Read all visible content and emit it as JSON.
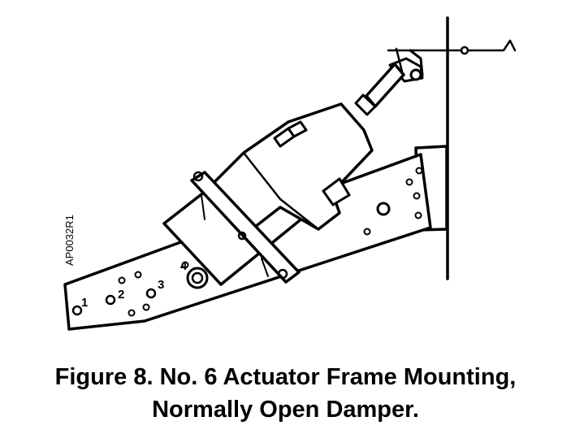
{
  "figure": {
    "code": "AP0032R1",
    "hole_labels": [
      "1",
      "2",
      "3",
      "4"
    ]
  },
  "caption": {
    "line1": "Figure 8.  No. 6 Actuator Frame Mounting,",
    "line2": "Normally Open Damper."
  }
}
